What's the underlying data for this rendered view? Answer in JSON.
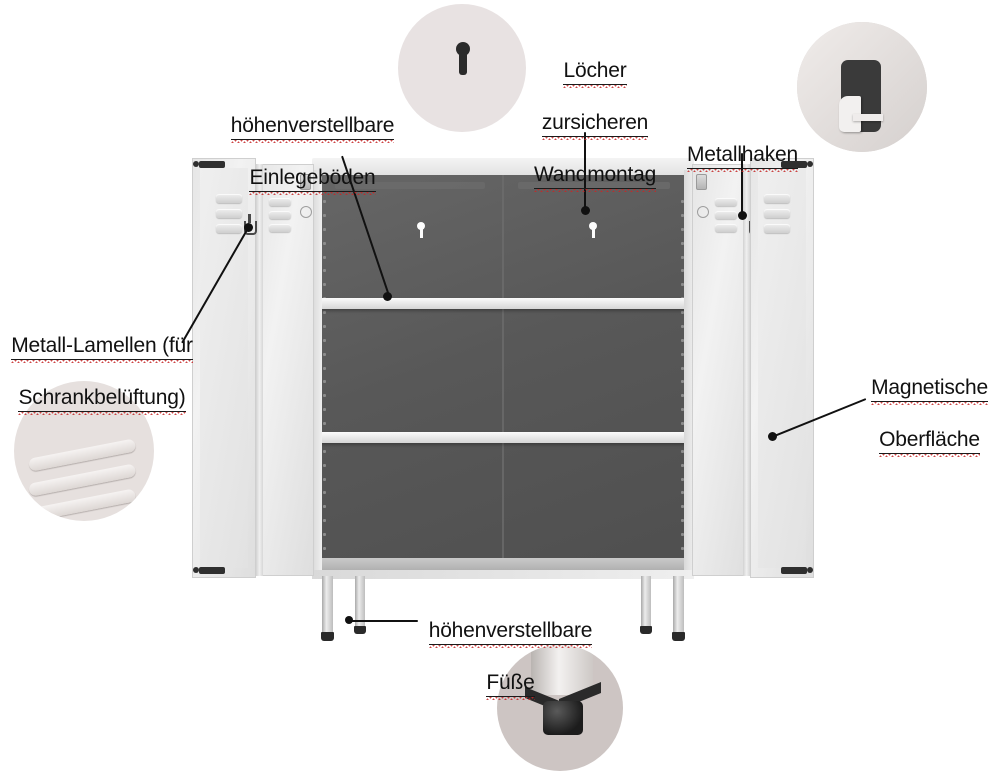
{
  "meta": {
    "product": "Metall-Aktenschrank",
    "language": "de",
    "background_color": "#ffffff",
    "text_color": "#111111",
    "spellcheck_underline_color": "#c62828",
    "cabinet_body_color": "#e6e6e6",
    "cabinet_interior_color": "#585858",
    "shelf_color": "#f2f2f2",
    "hardware_color": "#2f2f2f"
  },
  "annotations": [
    {
      "id": "einlegeboeden",
      "lines": [
        "höhenverstellbare",
        "Einlegeböden"
      ],
      "align": "center",
      "points_to": "adjustable-shelf"
    },
    {
      "id": "wandmontage",
      "lines": [
        "Löcher",
        "zursicheren",
        "Wandmontag"
      ],
      "align": "center",
      "points_to": "keyhole-mounting-hole"
    },
    {
      "id": "metallhaken",
      "lines": [
        "Metallhaken"
      ],
      "align": "center",
      "points_to": "door-hook"
    },
    {
      "id": "magnetische-oberflaeche",
      "lines": [
        "Magnetische",
        "Oberfläche"
      ],
      "align": "center",
      "points_to": "right-door-outer-face"
    },
    {
      "id": "metall-lamellen",
      "lines": [
        "Metall-Lamellen (für",
        "Schrankbelüftung)"
      ],
      "align": "center",
      "points_to": "door-louvers"
    },
    {
      "id": "fuesse",
      "lines": [
        "höhenverstellbare",
        "Füße"
      ],
      "align": "center",
      "points_to": "adjustable-foot"
    }
  ],
  "detail_insets": [
    {
      "id": "keyhole-inset",
      "icon": "keyhole-icon",
      "background": "#e8e2e2",
      "caption_ref": "wandmontage"
    },
    {
      "id": "hook-inset",
      "icon": "metal-hook-icon",
      "background": "#d9d4d2",
      "caption_ref": "metallhaken"
    },
    {
      "id": "louver-inset",
      "icon": "ventilation-louver-icon",
      "background": "#e6e0de",
      "caption_ref": "metall-lamellen"
    },
    {
      "id": "foot-inset",
      "icon": "adjustable-foot-icon",
      "background": "#cfc6c4",
      "caption_ref": "fuesse"
    }
  ],
  "cabinet": {
    "shelf_count": 2,
    "door_count": 2,
    "leg_count": 4,
    "louvers_per_door_panel": 3,
    "hooks_per_door": 1,
    "keyhole_count": 2
  }
}
